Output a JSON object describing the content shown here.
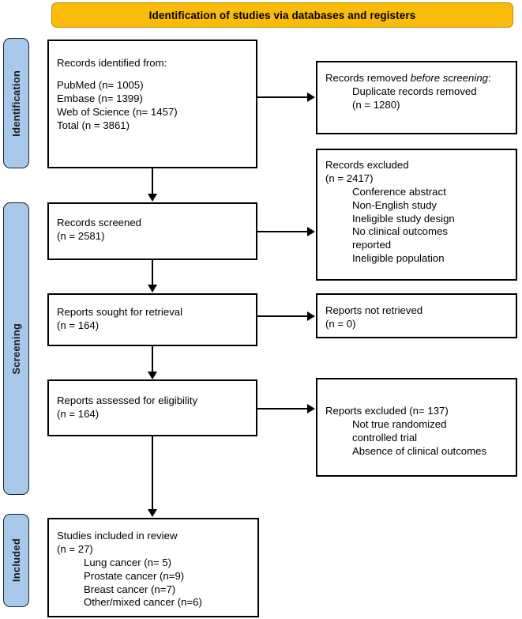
{
  "header": {
    "title": "Identification of studies via databases and registers",
    "background_color": "#FABB09"
  },
  "stages": {
    "bar_color": "#A8C9EC",
    "items": [
      {
        "id": "identification",
        "label": "Identification"
      },
      {
        "id": "screening",
        "label": "Screening"
      },
      {
        "id": "included",
        "label": "Included"
      }
    ]
  },
  "boxes": {
    "identified": {
      "heading": "Records identified from:",
      "lines": [
        "PubMed (n= 1005)",
        "Embase (n= 1399)",
        "Web of Science (n= 1457)",
        "Total (n = 3861)"
      ]
    },
    "removed": {
      "heading_prefix": "Records removed ",
      "heading_italic": "before screening",
      "heading_suffix": ":",
      "indented": [
        "Duplicate records removed",
        "(n = 1280)"
      ]
    },
    "screened": {
      "heading": "Records screened",
      "count": "(n = 2581)"
    },
    "records_excluded": {
      "heading": "Records excluded",
      "count": "(n = 2417)",
      "reasons": [
        "Conference abstract",
        "Non-English study",
        "Ineligible study design",
        "No clinical outcomes",
        "reported",
        "Ineligible population"
      ]
    },
    "sought": {
      "heading": "Reports sought for retrieval",
      "count": "(n = 164)"
    },
    "not_retrieved": {
      "heading": "Reports not retrieved",
      "count": "(n = 0)"
    },
    "assessed": {
      "heading": "Reports assessed for eligibility",
      "count": "(n = 164)"
    },
    "reports_excluded": {
      "heading": "Reports excluded (n= 137)",
      "reasons": [
        "Not true randomized",
        "controlled trial",
        "Absence of clinical outcomes"
      ]
    },
    "included": {
      "heading": "Studies included in review",
      "count": "(n = 27)",
      "breakdown": [
        "Lung cancer (n= 5)",
        "Prostate cancer (n=9)",
        "Breast cancer (n=7)",
        "Other/mixed cancer (n=6)"
      ]
    }
  }
}
